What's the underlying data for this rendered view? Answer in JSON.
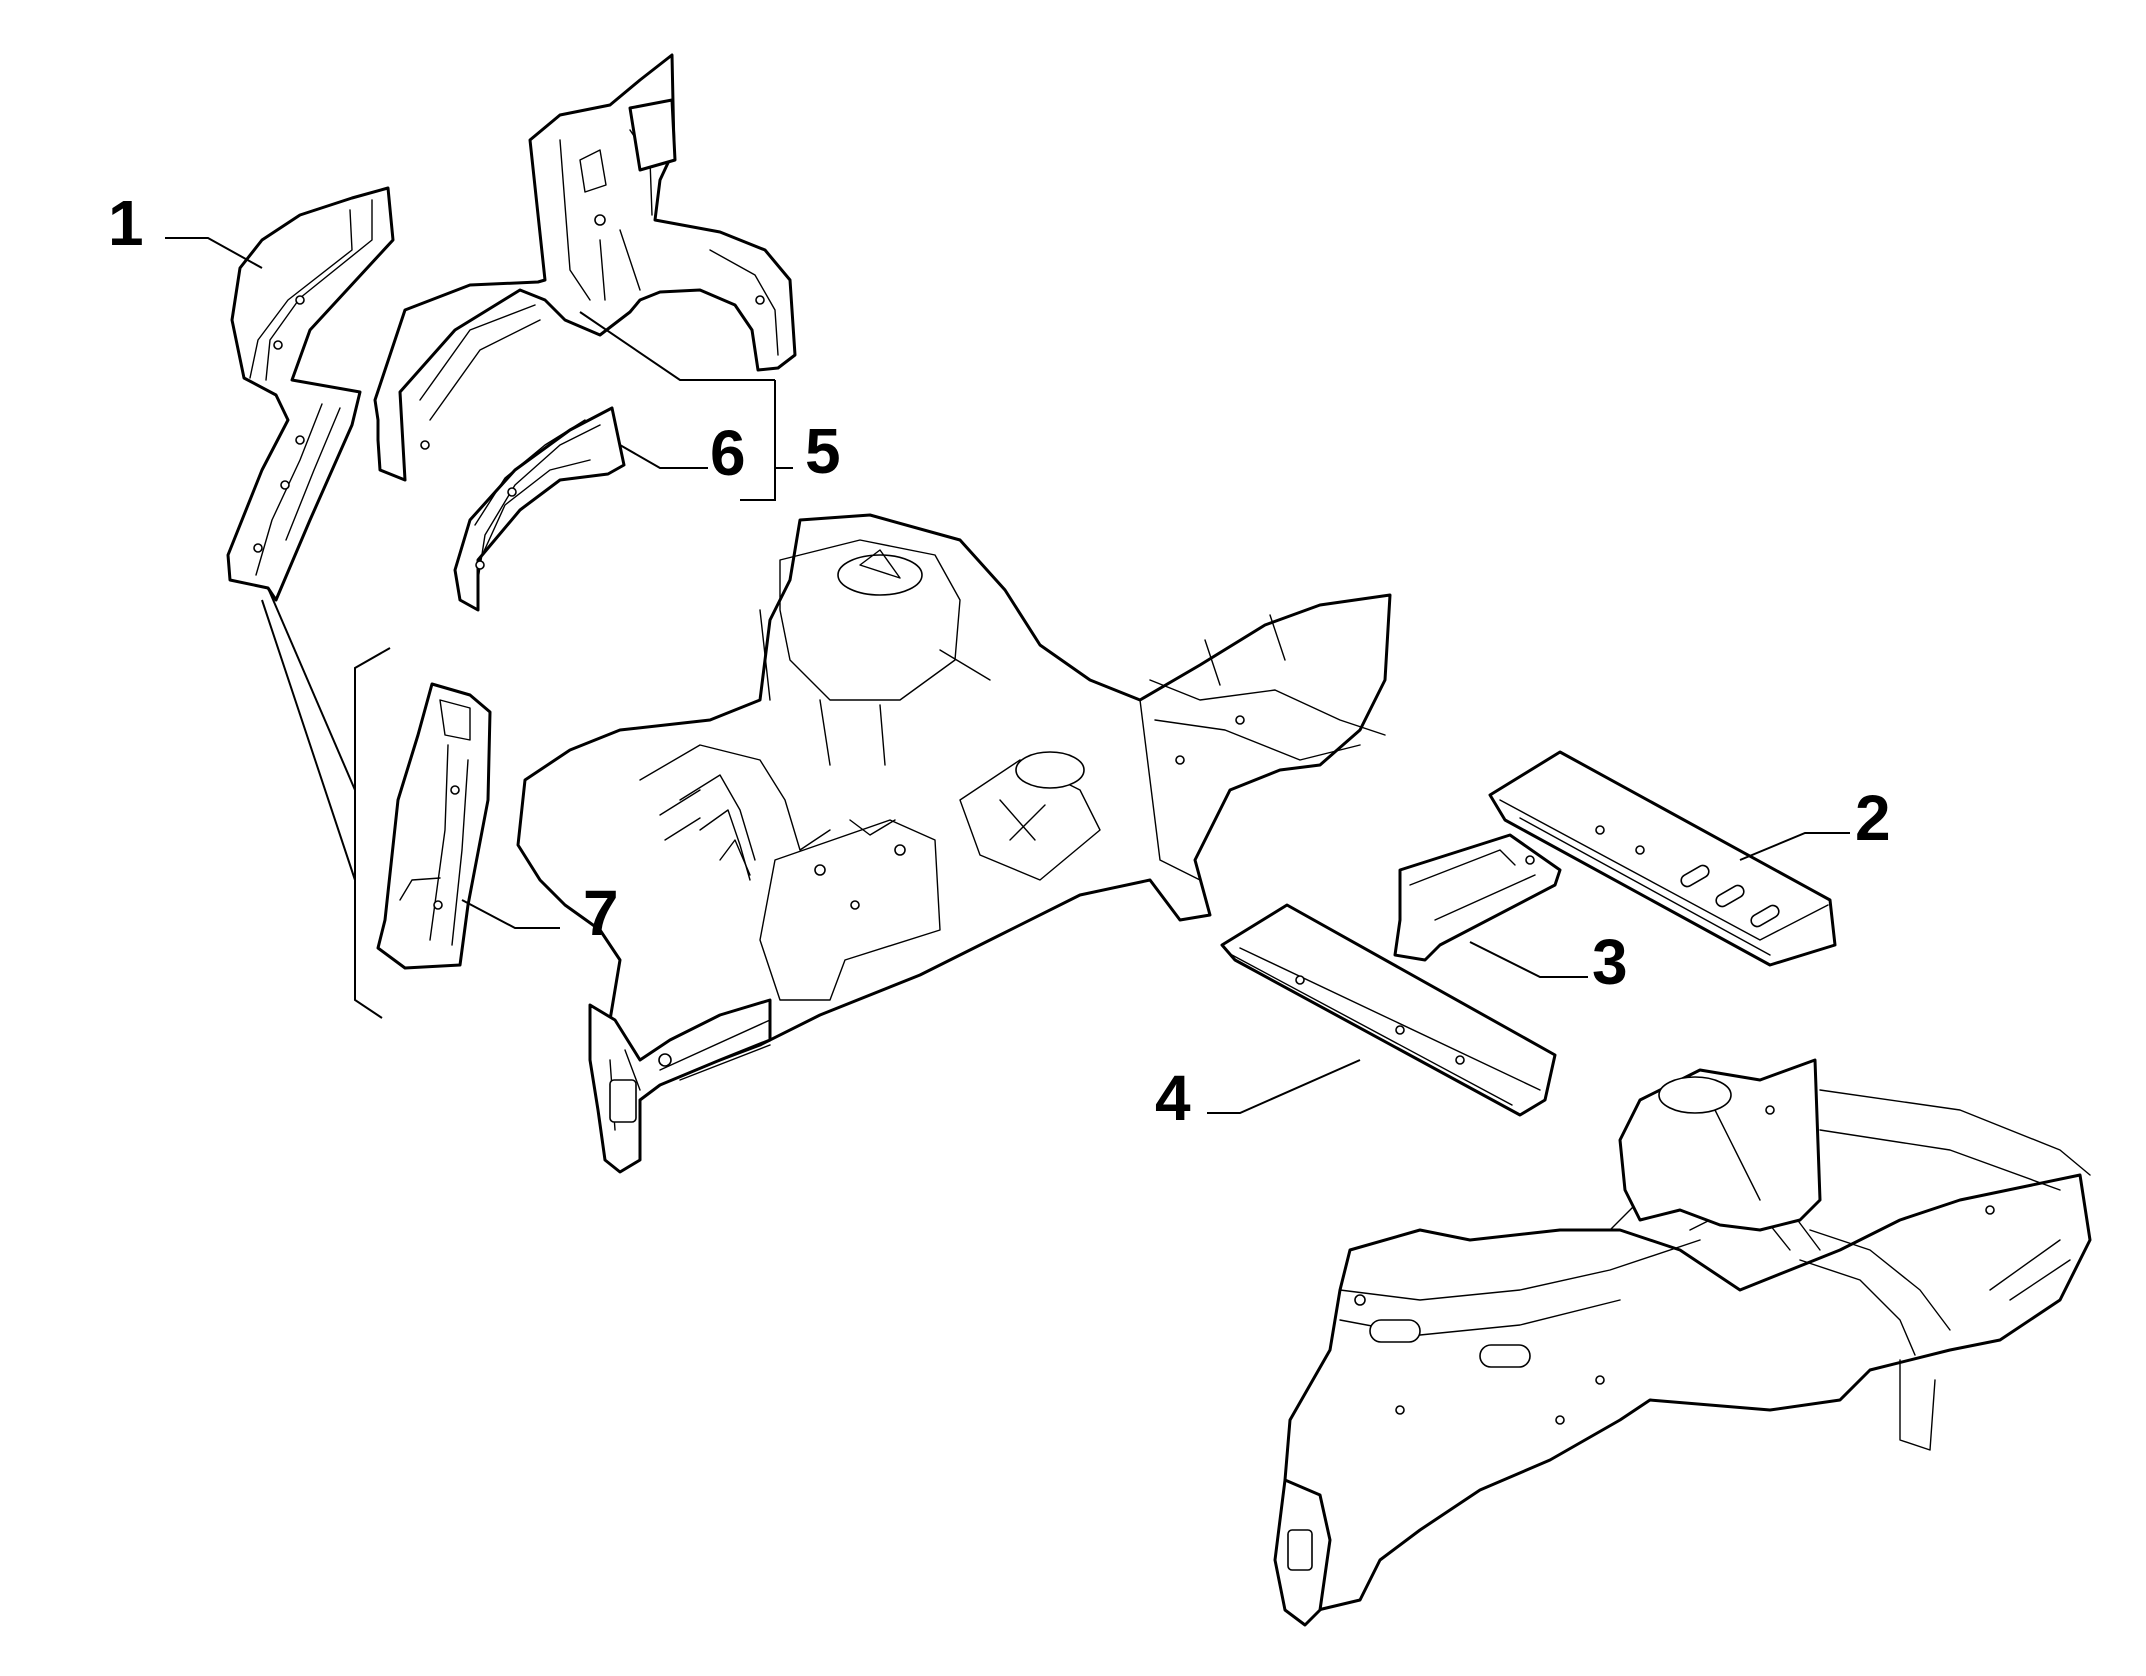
{
  "diagram": {
    "colors": {
      "line": "#000000",
      "background": "#ffffff"
    },
    "callouts": [
      {
        "id": "c1",
        "label": "1"
      },
      {
        "id": "c2",
        "label": "2"
      },
      {
        "id": "c3",
        "label": "3"
      },
      {
        "id": "c4",
        "label": "4"
      },
      {
        "id": "c5",
        "label": "5"
      },
      {
        "id": "c6",
        "label": "6"
      },
      {
        "id": "c7",
        "label": "7"
      }
    ]
  }
}
